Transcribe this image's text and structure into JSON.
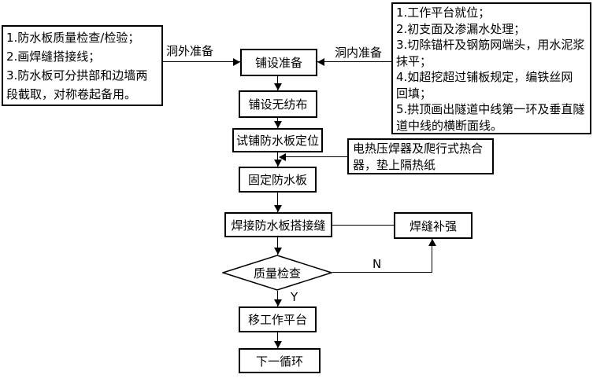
{
  "colors": {
    "ink": "#000000",
    "background": "#ffffff"
  },
  "notes": {
    "left": {
      "lines": [
        "1.防水板质量检查/检验；",
        "2.画焊缝搭接线；",
        "3.防水板可分拱部和边墙两",
        "段截取，对称卷起备用。"
      ]
    },
    "right": {
      "lines": [
        "1.工作平台就位；",
        "2.初支面及渗漏水处理；",
        "3.切除锚杆及钢筋网端头，用水泥浆",
        "抹平；",
        "4.如超挖超过铺板规定，编铁丝网",
        "回填；",
        "5.拱顶画出隧道中线第一环及垂直隧",
        "道中线的横断面线。"
      ]
    },
    "welder": {
      "lines": [
        "电热压焊器及爬行式热合",
        "器，垫上隔热纸"
      ]
    }
  },
  "nodes": {
    "prepare": "铺设准备",
    "lay_geotextile": "铺设无纺布",
    "trial_position": "试铺防水板定位",
    "fix_board": "固定防水板",
    "weld_seams": "焊接防水板搭接缝",
    "seam_reinforce": "焊缝补强",
    "quality_check": "质量检查",
    "move_platform": "移工作平台",
    "next_cycle": "下一循环"
  },
  "edge_labels": {
    "outside_prep": "洞外准备",
    "inside_prep": "洞内准备",
    "no": "N",
    "yes": "Y"
  }
}
